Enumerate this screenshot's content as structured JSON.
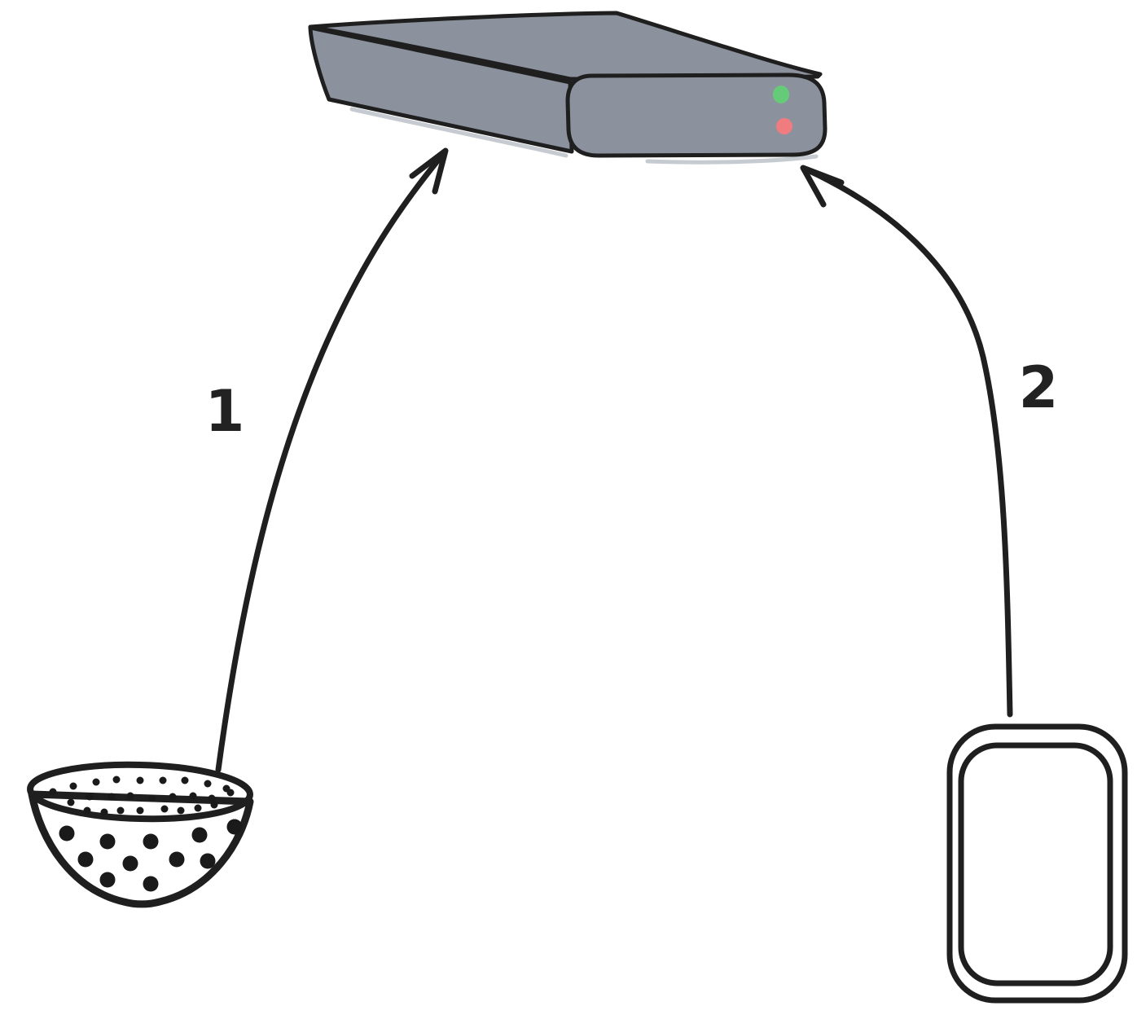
{
  "background": "#ffffff",
  "colors": {
    "outline": "#1f1f1f",
    "device_body": "#8b929d",
    "led_green": "#66cb78",
    "led_red": "#f07c80",
    "phone_screen": "#e8eaed",
    "bowl_fill": "#ffffff",
    "dots": "#1a1a1a"
  },
  "arrows": [
    {
      "label": "1",
      "from": "dotted-bowl",
      "to": "storage-device"
    },
    {
      "label": "2",
      "from": "phone",
      "to": "storage-device"
    }
  ],
  "device": {
    "leds": [
      {
        "name": "green-led",
        "color": "#66cb78"
      },
      {
        "name": "red-led",
        "color": "#f07c80"
      }
    ]
  }
}
